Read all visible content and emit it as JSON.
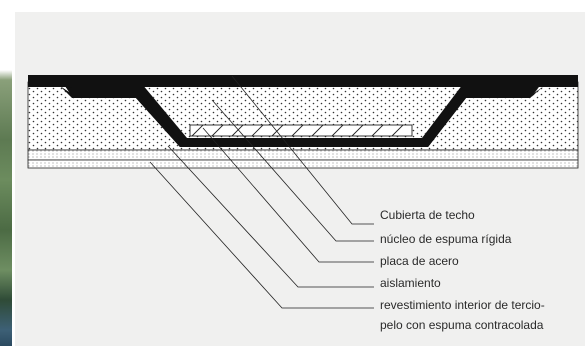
{
  "diagram": {
    "labels": [
      "Cubierta de techo",
      "núcleo de espuma rígida",
      "placa de acero",
      "aislamiento",
      "revestimiento interior de tercio-",
      "pelo con espuma contracolada"
    ]
  },
  "colors": {
    "panel_background": "#f0f0ef",
    "roof_cover": "#111111",
    "line": "#222222"
  }
}
